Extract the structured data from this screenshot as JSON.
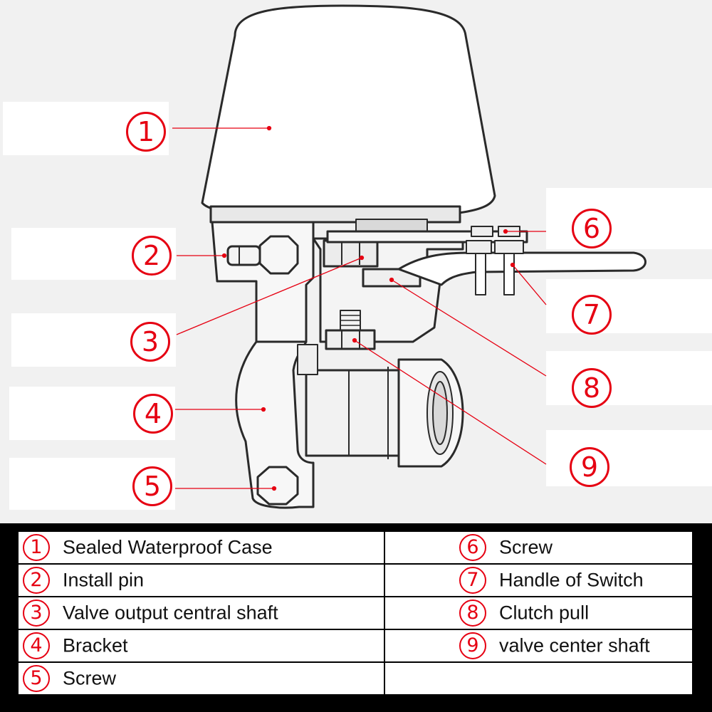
{
  "callouts": [
    "1",
    "2",
    "3",
    "4",
    "5",
    "6",
    "7",
    "8",
    "9"
  ],
  "legend": {
    "left": [
      {
        "num": "1",
        "label": "Sealed Waterproof Case"
      },
      {
        "num": "2",
        "label": "Install pin"
      },
      {
        "num": "3",
        "label": "Valve output central shaft"
      },
      {
        "num": "4",
        "label": "Bracket"
      },
      {
        "num": "5",
        "label": "Screw"
      }
    ],
    "right": [
      {
        "num": "6",
        "label": "Screw"
      },
      {
        "num": "7",
        "label": "Handle of Switch"
      },
      {
        "num": "8",
        "label": "Clutch pull"
      },
      {
        "num": "9",
        "label": "valve center shaft"
      },
      {
        "num": "",
        "label": ""
      }
    ]
  },
  "colors": {
    "accent": "#e60012",
    "background": "#f1f1f1",
    "panel": "#000000"
  }
}
